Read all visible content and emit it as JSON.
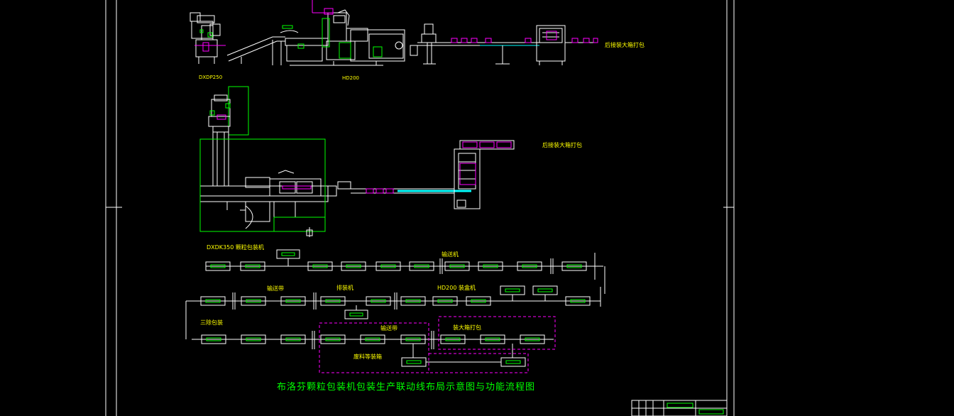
{
  "colors": {
    "background": "#000000",
    "primary_line": "#ffffff",
    "accent_green": "#00ff00",
    "label_yellow": "#ffff00",
    "magenta": "#ff00ff",
    "cyan": "#00ffff"
  },
  "labels": {
    "model_top_left": "DXDP250",
    "model_top_mid": "HD200",
    "top_right_machine": "后接装大箱打包",
    "mid_right_machine": "后接装大箱打包",
    "model_middle": "DXDK350 颗粒包装机",
    "flow_conveyor_1": "输送机",
    "flow_conveyor_2": "输送带",
    "flow_sorter": "排装机",
    "flow_cartoner": "HD200 装盒机",
    "flow_packer": "三除包装",
    "flow_conveyor_3": "输送带",
    "flow_boxer": "装大箱打包",
    "flow_rejector": "废料等装箱"
  },
  "title": "布洛芬颗粒包装机包装生产联动线布局示意图与功能流程图"
}
